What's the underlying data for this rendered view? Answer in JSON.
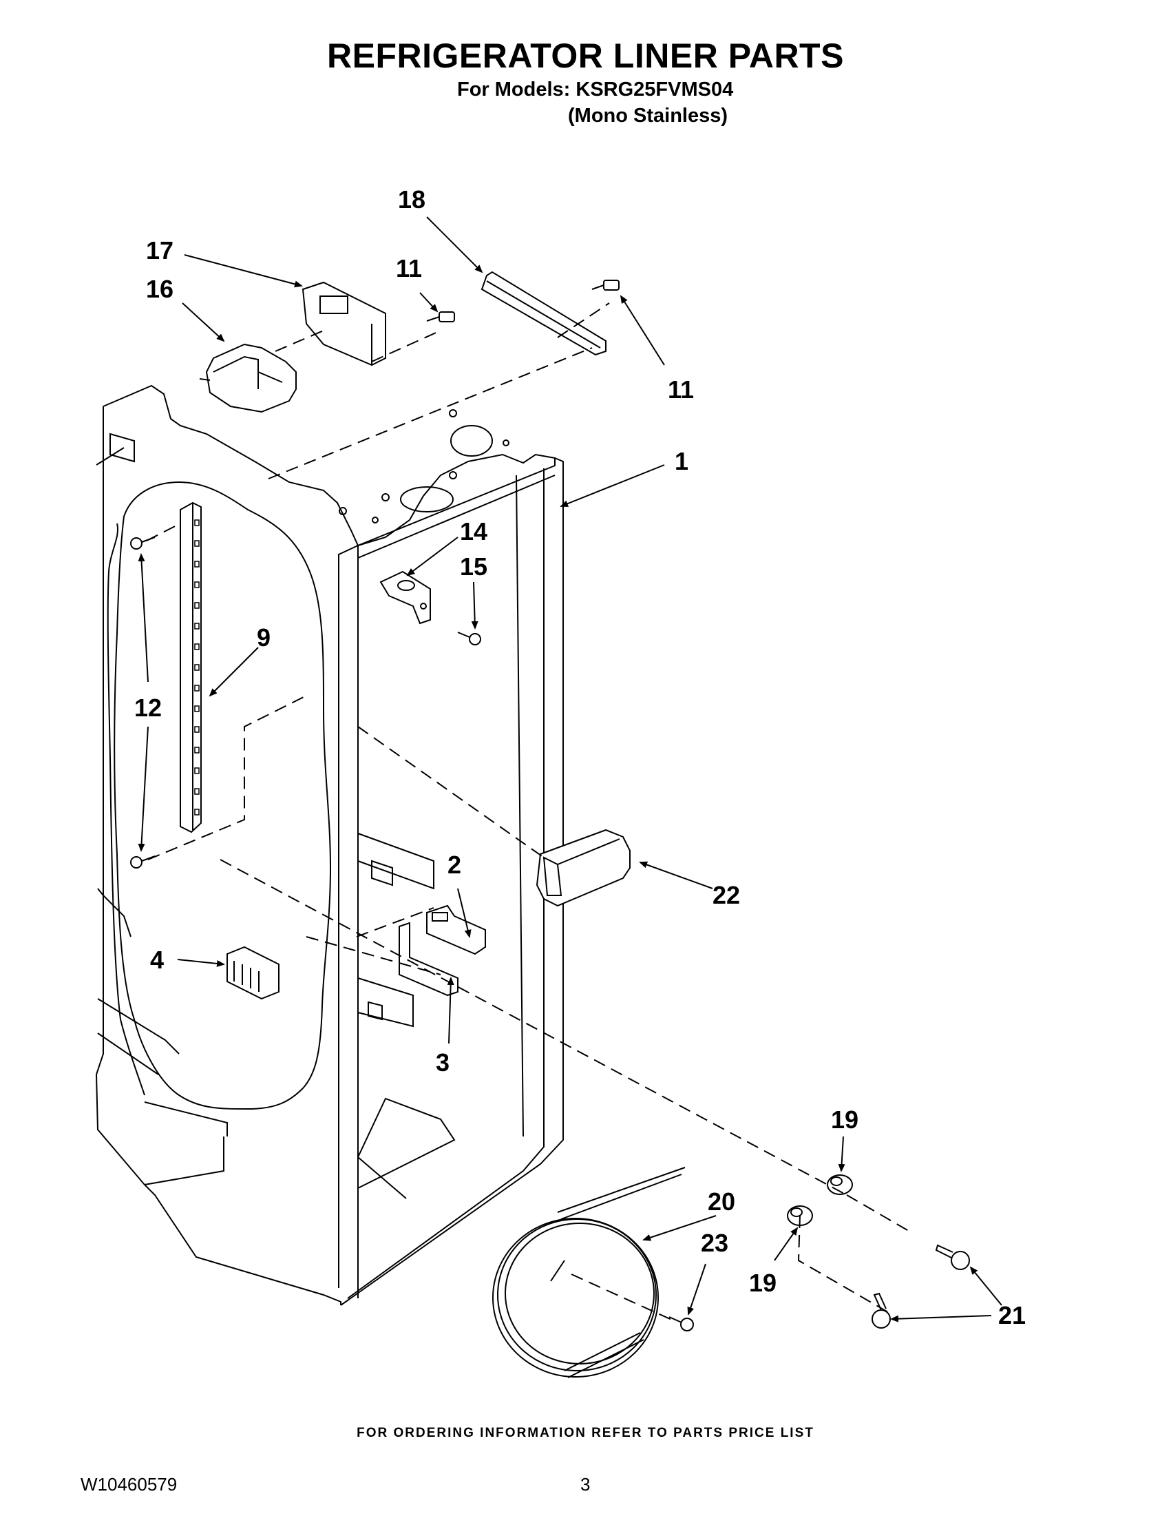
{
  "header": {
    "title": "REFRIGERATOR LINER PARTS",
    "models_line": "For Models: KSRG25FVMS04",
    "variant_line": "(Mono Stainless)"
  },
  "callouts": [
    "1",
    "2",
    "3",
    "4",
    "9",
    "11",
    "11",
    "12",
    "14",
    "15",
    "16",
    "17",
    "18",
    "19",
    "19",
    "20",
    "21",
    "22",
    "23"
  ],
  "footer": {
    "ordering_note": "FOR ORDERING INFORMATION REFER TO PARTS PRICE LIST",
    "document_number": "W10460579",
    "page_number": "3"
  }
}
